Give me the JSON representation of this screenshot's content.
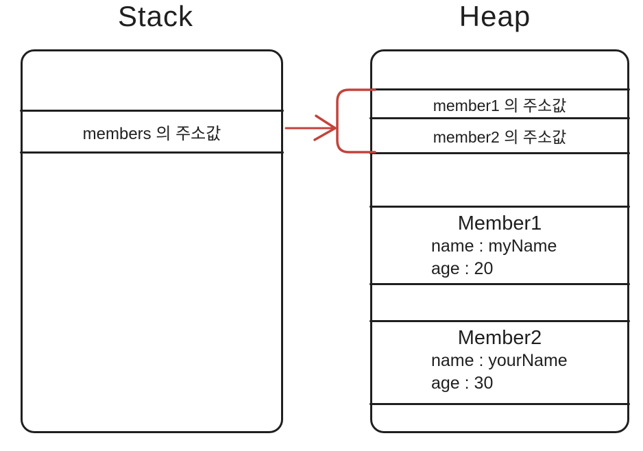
{
  "colors": {
    "line": "#1f1f1f",
    "arrow": "#c4423b"
  },
  "stack": {
    "title": "Stack",
    "rows": [
      {
        "label": "members 의 주소값"
      }
    ]
  },
  "heap": {
    "title": "Heap",
    "address_rows": [
      {
        "label": "member1 의 주소값"
      },
      {
        "label": "member2 의 주소값"
      }
    ],
    "objects": [
      {
        "title": "Member1",
        "fields": [
          "name : myName",
          "age : 20"
        ]
      },
      {
        "title": "Member2",
        "fields": [
          "name : yourName",
          "age : 30"
        ]
      }
    ]
  }
}
